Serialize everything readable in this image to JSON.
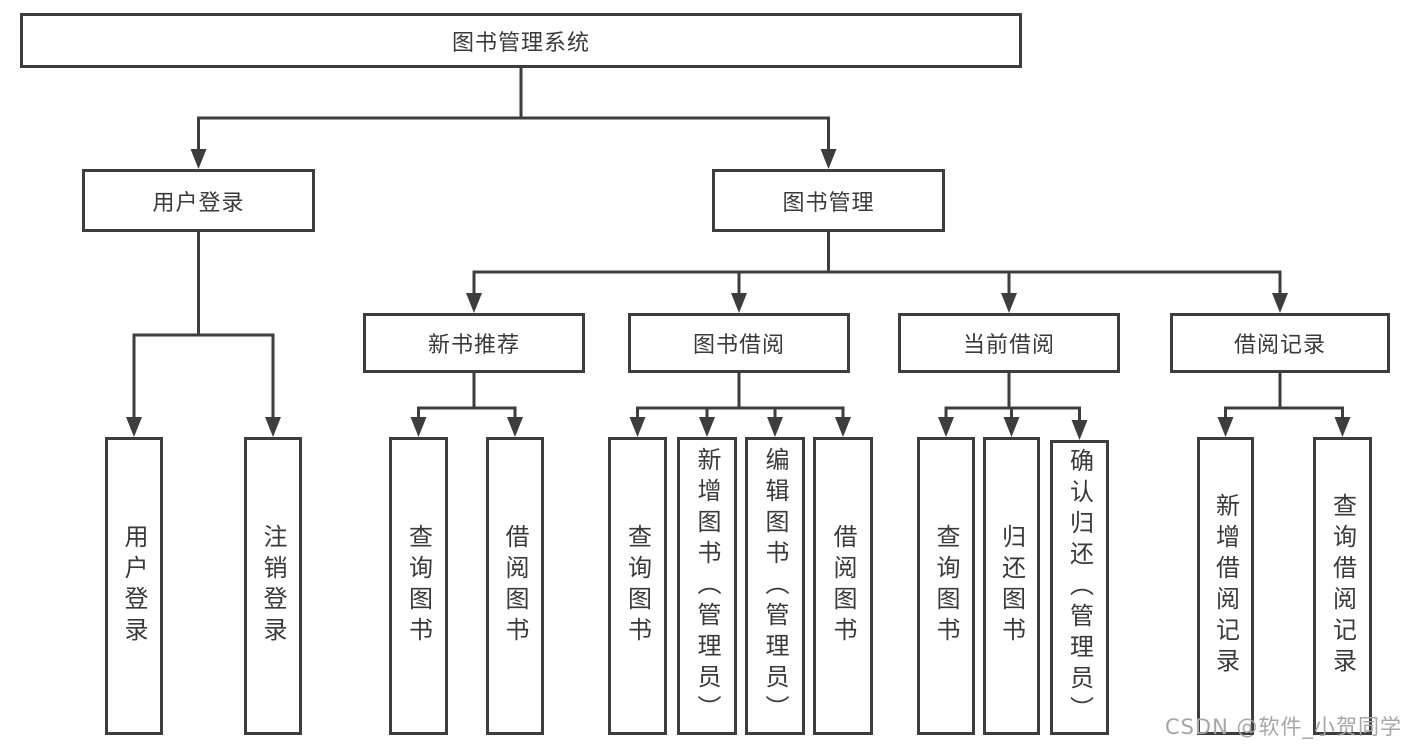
{
  "diagram": {
    "watermark": "CSDN @软件_小贺同学",
    "colors": {
      "line": "#3d3d3d",
      "text": "#3a3a3a",
      "background": "#ffffff",
      "box_fill": "#ffffff",
      "watermark": "#a6a6a6"
    },
    "nodes": [
      {
        "id": "root",
        "label": "图书管理系统",
        "orientation": "horizontal",
        "children": [
          "login",
          "book-mgmt"
        ]
      },
      {
        "id": "login",
        "label": "用户登录",
        "orientation": "horizontal",
        "children": [
          "login-user",
          "login-logout"
        ]
      },
      {
        "id": "book-mgmt",
        "label": "图书管理",
        "orientation": "horizontal",
        "children": [
          "rec",
          "borrow",
          "current",
          "record"
        ]
      },
      {
        "id": "rec",
        "label": "新书推荐",
        "orientation": "horizontal",
        "children": [
          "rec-query",
          "rec-borrow"
        ]
      },
      {
        "id": "borrow",
        "label": "图书借阅",
        "orientation": "horizontal",
        "children": [
          "borrow-query",
          "borrow-add",
          "borrow-edit",
          "borrow-borrow"
        ]
      },
      {
        "id": "current",
        "label": "当前借阅",
        "orientation": "horizontal",
        "children": [
          "cur-query",
          "cur-return",
          "cur-confirm"
        ]
      },
      {
        "id": "record",
        "label": "借阅记录",
        "orientation": "horizontal",
        "children": [
          "record-add",
          "record-query"
        ]
      },
      {
        "id": "login-user",
        "label": "用户登录",
        "orientation": "vertical",
        "children": []
      },
      {
        "id": "login-logout",
        "label": "注销登录",
        "orientation": "vertical",
        "children": []
      },
      {
        "id": "rec-query",
        "label": "查询图书",
        "orientation": "vertical",
        "children": []
      },
      {
        "id": "rec-borrow",
        "label": "借阅图书",
        "orientation": "vertical",
        "children": []
      },
      {
        "id": "borrow-query",
        "label": "查询图书",
        "orientation": "vertical",
        "children": []
      },
      {
        "id": "borrow-add",
        "label": "新增图书（管理员）",
        "orientation": "vertical",
        "children": []
      },
      {
        "id": "borrow-edit",
        "label": "编辑图书（管理员）",
        "orientation": "vertical",
        "children": []
      },
      {
        "id": "borrow-borrow",
        "label": "借阅图书",
        "orientation": "vertical",
        "children": []
      },
      {
        "id": "cur-query",
        "label": "查询图书",
        "orientation": "vertical",
        "children": []
      },
      {
        "id": "cur-return",
        "label": "归还图书",
        "orientation": "vertical",
        "children": []
      },
      {
        "id": "cur-confirm",
        "label": "确认归还（管理员）",
        "orientation": "vertical",
        "children": []
      },
      {
        "id": "record-add",
        "label": "新增借阅记录",
        "orientation": "vertical",
        "children": []
      },
      {
        "id": "record-query",
        "label": "查询借阅记录",
        "orientation": "vertical",
        "children": []
      }
    ]
  }
}
